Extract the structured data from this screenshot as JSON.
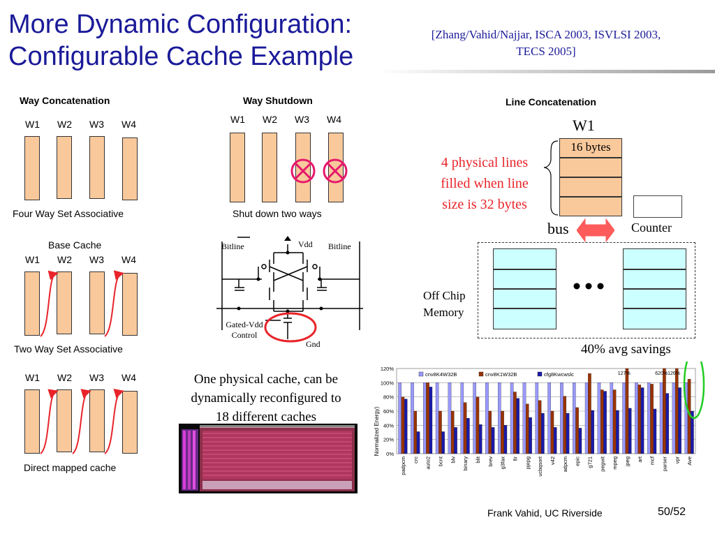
{
  "slide": {
    "title_line1": "More Dynamic Configuration:",
    "title_line2": "Configurable Cache Example",
    "reference_line1": "[Zhang/Vahid/Najjar, ISCA 2003, ISVLSI 2003,",
    "reference_line2": "TECS 2005]",
    "footer_author": "Frank Vahid, UC Riverside",
    "page_number": "50/52"
  },
  "way_concatenation": {
    "header": "Way Concatenation",
    "way_labels": [
      "W1",
      "W2",
      "W3",
      "W4"
    ],
    "config1_caption": "Four Way Set Associative",
    "config2_title": "Base Cache",
    "config2_caption": "Two Way Set Associative",
    "config3_caption": "Direct mapped cache"
  },
  "way_shutdown": {
    "header": "Way Shutdown",
    "way_labels": [
      "W1",
      "W2",
      "W3",
      "W4"
    ],
    "caption": "Shut down two ways",
    "circuit": {
      "bitline_left": "Bitline",
      "bitline_right": "Bitline",
      "vdd": "Vdd",
      "gated_vdd_line1": "Gated-Vdd",
      "gated_vdd_line2": "Control",
      "gnd": "Gnd"
    },
    "summary_line1": "One physical cache, can be",
    "summary_line2": "dynamically reconfigured to",
    "summary_line3": "18 different caches"
  },
  "line_concatenation": {
    "header": "Line Concatenation",
    "way_label": "W1",
    "block_label": "16 bytes",
    "note_line1": "4 physical lines",
    "note_line2": "filled when line",
    "note_line3": "size is 32 bytes",
    "bus_label": "bus",
    "counter_label": "Counter",
    "offchip_line1": "Off Chip",
    "offchip_line2": "Memory",
    "savings": "40% avg savings"
  },
  "colors": {
    "title_blue": "#1a1a99",
    "way_fill": "#f9c99c",
    "offchip_fill": "#ccffff",
    "highlight_red": "#e8242a",
    "highlight_green": "#22cc22",
    "series1": "#9999ff",
    "series2": "#993300",
    "series3": "#1a1aa8"
  },
  "chart_data": {
    "type": "bar",
    "ylabel": "Normalized Energy)",
    "ylim": [
      0,
      120
    ],
    "yticks": [
      "0%",
      "20%",
      "40%",
      "60%",
      "80%",
      "100%",
      "120%"
    ],
    "categories": [
      "padpcm",
      "crc",
      "auto2",
      "bcnt",
      "blv",
      "binary",
      "blit",
      "brev",
      "g3fax",
      "fir",
      "pjepg",
      "ucbqsort",
      "v42",
      "adpcm",
      "epic",
      "g721",
      "pegwit",
      "mpeg",
      "jpeg",
      "art",
      "mcf",
      "parser",
      "vpr",
      "Ave"
    ],
    "series": [
      {
        "name": "cnv8K4W32B",
        "values": [
          100,
          100,
          100,
          100,
          100,
          100,
          100,
          100,
          100,
          100,
          100,
          100,
          100,
          100,
          100,
          100,
          100,
          100,
          100,
          100,
          100,
          100,
          100,
          100
        ]
      },
      {
        "name": "cnv8K1W32B",
        "values": [
          80,
          60,
          100,
          60,
          60,
          72,
          80,
          60,
          60,
          87,
          70,
          75,
          60,
          81,
          65,
          113,
          90,
          90,
          127,
          97,
          98,
          620,
          126,
          105
        ]
      },
      {
        "name": "cfg8Kwcwslc",
        "values": [
          77,
          31,
          94,
          31,
          37,
          50,
          41,
          37,
          40,
          78,
          51,
          57,
          37,
          57,
          36,
          61,
          88,
          61,
          64,
          93,
          63,
          85,
          93,
          60
        ]
      }
    ],
    "annotations": [
      "127%",
      "620%",
      "126%"
    ]
  }
}
